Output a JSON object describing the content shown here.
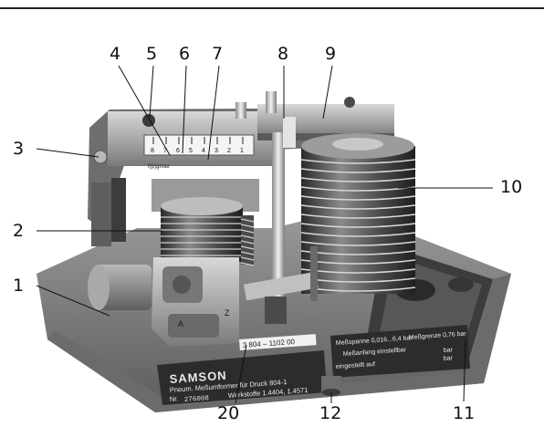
{
  "callouts": [
    "1",
    "2",
    "3",
    "4",
    "5",
    "6",
    "7",
    "8",
    "9",
    "10",
    "11",
    "12",
    "20"
  ],
  "device": {
    "brand": "SAMSON",
    "plate_line1": "Pneum. Meßumformer für Druck 804-1",
    "plate_nr_label": "Nr.",
    "plate_nr_value": "276008",
    "plate_werkstoffe": "Werkstoffe 1.4404, 1.4571",
    "code_label": "3 804 – 1102 00",
    "spec_line1": "Meßspanne 0,016...6,4 bar",
    "spec_line1b": "Meßgrenze 0,76 bar",
    "spec_line2": "Meßanfang einstellbar",
    "spec_line3": "eingestellt auf",
    "unit_bar": "bar",
    "scale_digits": [
      "8",
      "7",
      "6",
      "5",
      "4",
      "3",
      "2",
      "1"
    ],
    "scale_letters": "f(p)gmax",
    "letter_a": "A",
    "letter_z": "Z"
  }
}
